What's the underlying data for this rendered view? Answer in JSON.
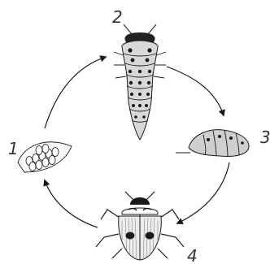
{
  "diagram": {
    "stage_numbers": [
      "1",
      "2",
      "3",
      "4"
    ],
    "stages": [
      {
        "number": "1",
        "icon": "egg-cluster-icon"
      },
      {
        "number": "2",
        "icon": "larva-icon"
      },
      {
        "number": "3",
        "icon": "pupa-icon"
      },
      {
        "number": "4",
        "icon": "adult-ladybug-icon"
      }
    ],
    "arrows": [
      "arrow-1-to-2",
      "arrow-2-to-3",
      "arrow-3-to-4",
      "arrow-4-to-1"
    ],
    "colors": {
      "ink": "#1a1a1a",
      "label": "#333333",
      "background": "#ffffff"
    }
  }
}
